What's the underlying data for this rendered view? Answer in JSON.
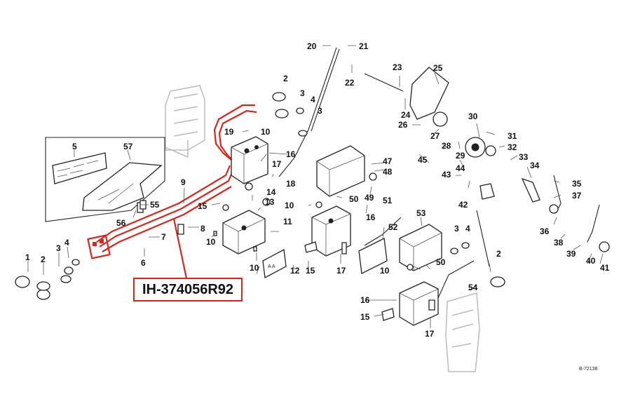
{
  "part_number": "IH-374056R92",
  "drawing_ref": "B-72138",
  "labels": {
    "l1": "1",
    "l2a": "2",
    "l2b": "2",
    "l2c": "2",
    "l3a": "3",
    "l3b": "3",
    "l3c": "3",
    "l3d": "3",
    "l4a": "4",
    "l4b": "4",
    "l4c": "4",
    "l5": "5",
    "l6": "6",
    "l7": "7",
    "l8": "8",
    "l9": "9",
    "l10a": "10",
    "l10b": "10",
    "l10c": "10",
    "l10d": "10",
    "l10e": "10",
    "l11": "11",
    "l12": "12",
    "l13": "13",
    "l14": "14",
    "l15a": "15",
    "l15b": "15",
    "l15c": "15",
    "l16a": "16",
    "l16b": "16",
    "l16c": "16",
    "l17a": "17",
    "l17b": "17",
    "l17c": "17",
    "l18": "18",
    "l19": "19",
    "l20": "20",
    "l21": "21",
    "l22": "22",
    "l23": "23",
    "l24": "24",
    "l25": "25",
    "l26": "26",
    "l27": "27",
    "l28": "28",
    "l29": "29",
    "l30": "30",
    "l31": "31",
    "l32": "32",
    "l33": "33",
    "l34": "34",
    "l35": "35",
    "l36": "36",
    "l37": "37",
    "l38": "38",
    "l39": "39",
    "l40": "40",
    "l41": "41",
    "l42": "42",
    "l43": "43",
    "l44": "44",
    "l45": "45",
    "l47": "47",
    "l48": "48",
    "l49": "49",
    "l50a": "50",
    "l50b": "50",
    "l51": "51",
    "l52": "52",
    "l53": "53",
    "l54": "54",
    "l55": "55",
    "l56": "56",
    "l57": "57"
  }
}
